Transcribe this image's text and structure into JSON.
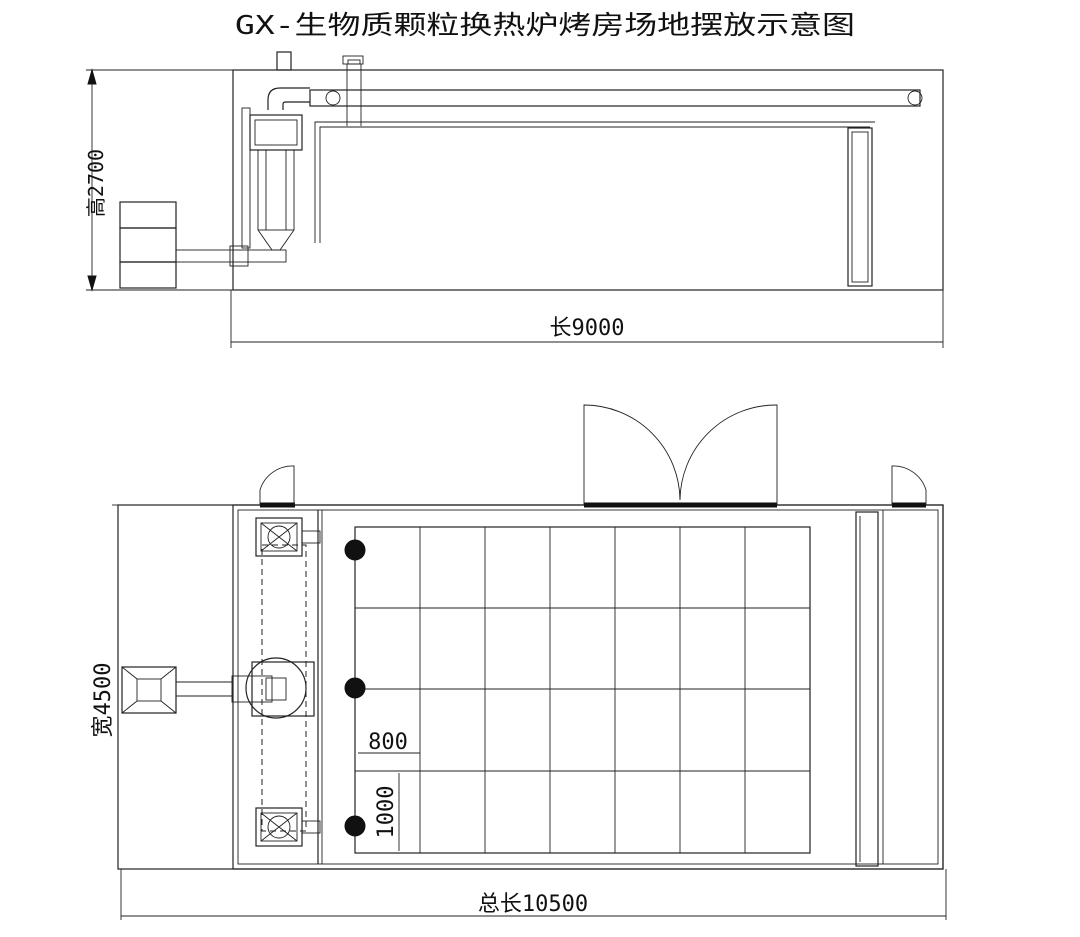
{
  "title": "GX-生物质颗粒换热炉烤房场地摆放示意图",
  "elevation": {
    "height_label": "高2700",
    "length_label": "长9000"
  },
  "plan": {
    "width_label": "宽4500",
    "total_length_label": "总长10500",
    "cell_width_label": "800",
    "cell_height_label": "1000"
  }
}
